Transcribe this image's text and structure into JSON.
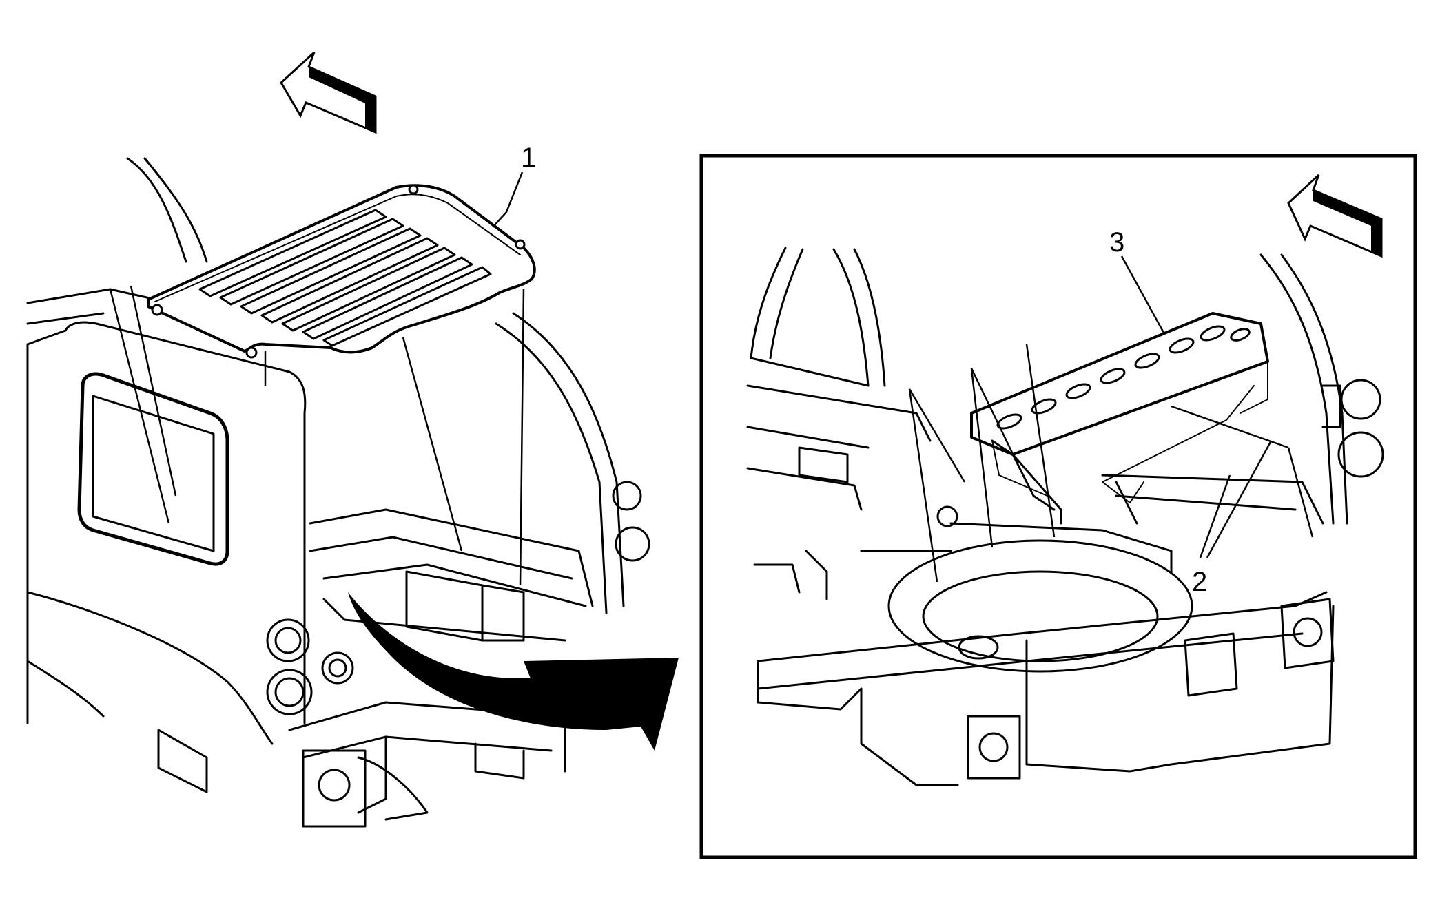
{
  "callouts": {
    "item_1": "1",
    "item_2": "2",
    "item_3": "3"
  },
  "icons": {
    "forward_arrow_left": "front-direction-arrow",
    "forward_arrow_right": "front-direction-arrow",
    "removal_arrow": "curved-removal-arrow"
  },
  "colors": {
    "line": "#000000",
    "background": "#ffffff"
  }
}
